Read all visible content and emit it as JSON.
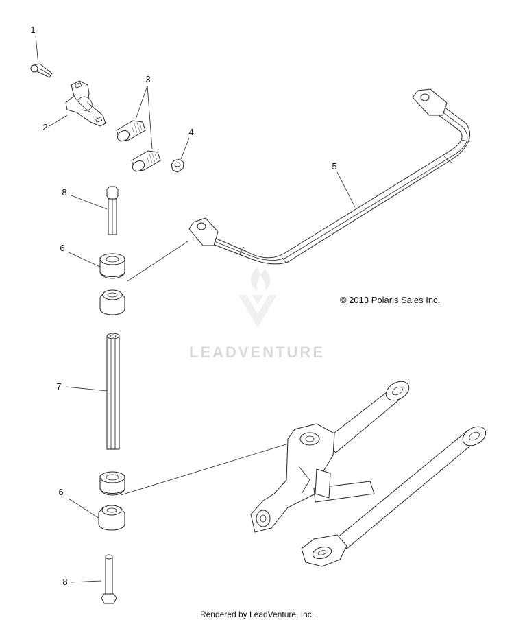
{
  "callouts": {
    "c1": "1",
    "c2": "2",
    "c3": "3",
    "c4": "4",
    "c5": "5",
    "c6_top": "6",
    "c6_bottom": "6",
    "c7": "7",
    "c8_top": "8",
    "c8_bottom": "8"
  },
  "copyright": "© 2013 Polaris Sales Inc.",
  "watermark": "LEADVENTURE",
  "footer": "Rendered by LeadVenture, Inc."
}
